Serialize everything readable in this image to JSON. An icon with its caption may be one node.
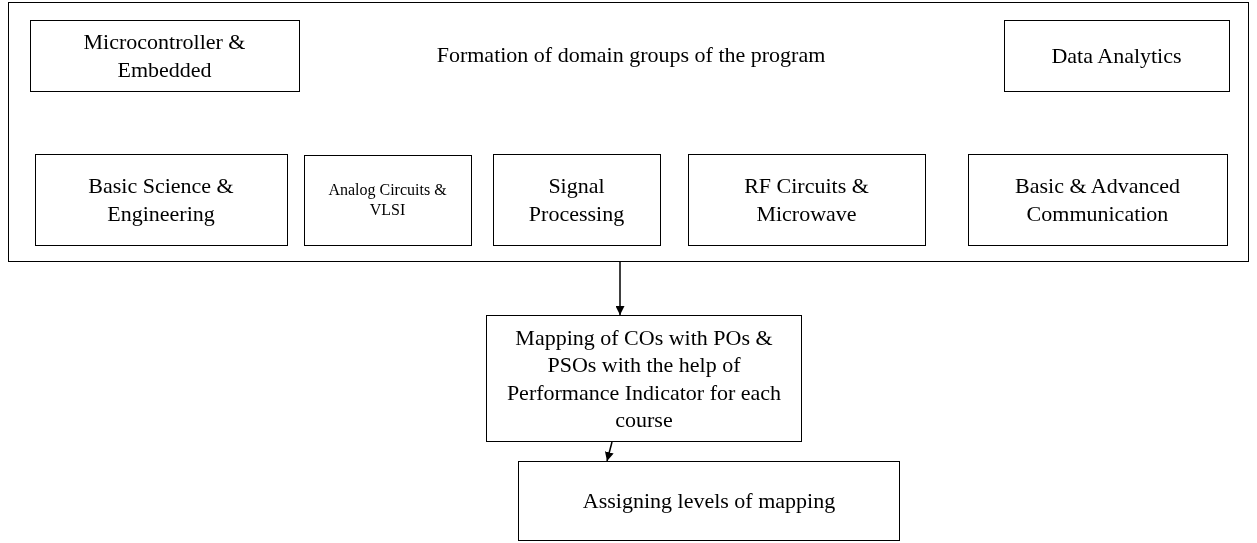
{
  "diagram": {
    "nodes": [
      {
        "text": [
          "Formation of domain groups of the program"
        ]
      },
      {
        "text": [
          "Microcontroller & Embedded"
        ],
        "in": 0
      },
      {
        "text": [
          "Data Analytics"
        ],
        "in": 0
      },
      {
        "text": [
          "Basic Science & Engineering"
        ],
        "in": 0
      },
      {
        "text": [
          "Analog Circuits & VLSI"
        ],
        "in": 0
      },
      {
        "text": [
          "Signal Processing"
        ],
        "in": 0
      },
      {
        "text": [
          "RF Circuits & Microwave"
        ],
        "in": 0
      },
      {
        "text": [
          "Basic & Advanced Communication"
        ],
        "in": 0
      },
      {
        "text": [
          "Mapping of COs with POs & PSOs with the help of Performance Indicator for each course"
        ]
      },
      {
        "text": [
          "Assigning levels of mapping"
        ]
      }
    ],
    "edges": [
      {
        "from": 0,
        "to": 8,
        "arrow": "to"
      },
      {
        "from": 8,
        "to": 9,
        "arrow": "to"
      }
    ]
  }
}
